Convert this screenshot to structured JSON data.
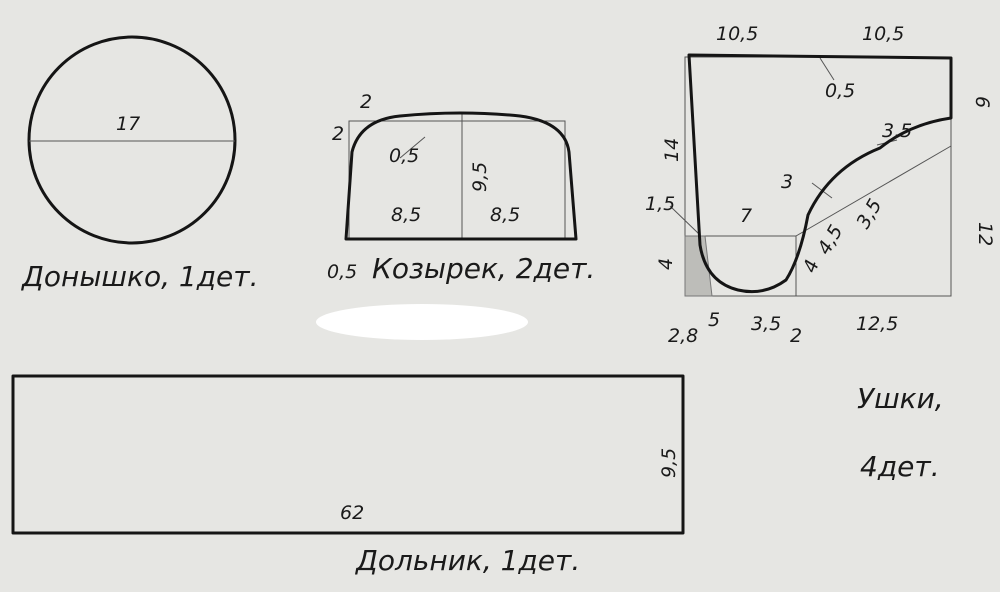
{
  "pieces": {
    "crown": {
      "dims": {
        "diameter": "17"
      },
      "caption": "Донышко, 1дет."
    },
    "visor": {
      "dims": {
        "corner_top": "2",
        "corner_side": "2",
        "curve_offset": "0,5",
        "height": "9,5",
        "half_left": "8,5",
        "half_right": "8,5",
        "bottom_offset": "0,5"
      },
      "caption": "Козырек, 2дет."
    },
    "ear": {
      "dims": {
        "top_left": "10,5",
        "top_right": "10,5",
        "top_sag": "0,5",
        "right_top": "6",
        "left_height": "14",
        "curve_top": "3,5",
        "curve_inner": "3",
        "diag_a": "3,5",
        "diag_b": "4,5",
        "left_small": "1,5",
        "inner_width": "7",
        "left_bottom": "4",
        "bottom_mid": "4",
        "right_height": "12",
        "b_28": "2,8",
        "b_5": "5",
        "b_35": "3,5",
        "b_2": "2",
        "b_125": "12,5"
      },
      "caption_line1": "Ушки,",
      "caption_line2": "4дет."
    },
    "band": {
      "dims": {
        "length": "62",
        "height": "9,5"
      },
      "caption": "Дольник, 1дет."
    }
  }
}
